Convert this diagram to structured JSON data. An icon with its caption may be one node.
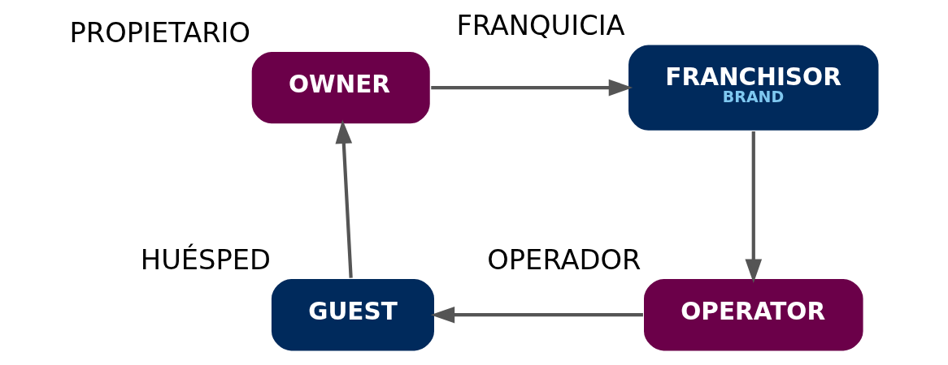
{
  "diagram": {
    "nodes": [
      {
        "text": [
          "OWNER"
        ],
        "beside": [
          "PROPIETARIO"
        ]
      },
      {
        "text": [
          "FRANCHISOR",
          "BRAND"
        ],
        "beside": [
          "FRANQUICIA"
        ]
      },
      {
        "text": [
          "OPERATOR"
        ],
        "beside": [
          "OPERADOR"
        ]
      },
      {
        "text": [
          "GUEST"
        ],
        "beside": [
          "HUÉSPED"
        ]
      }
    ],
    "edges": [
      {
        "from": 0,
        "to": 1,
        "arrow": "to"
      },
      {
        "from": 1,
        "to": 2,
        "arrow": "to"
      },
      {
        "from": 2,
        "to": 3,
        "arrow": "to"
      },
      {
        "from": 3,
        "to": 0,
        "arrow": "to"
      }
    ]
  }
}
